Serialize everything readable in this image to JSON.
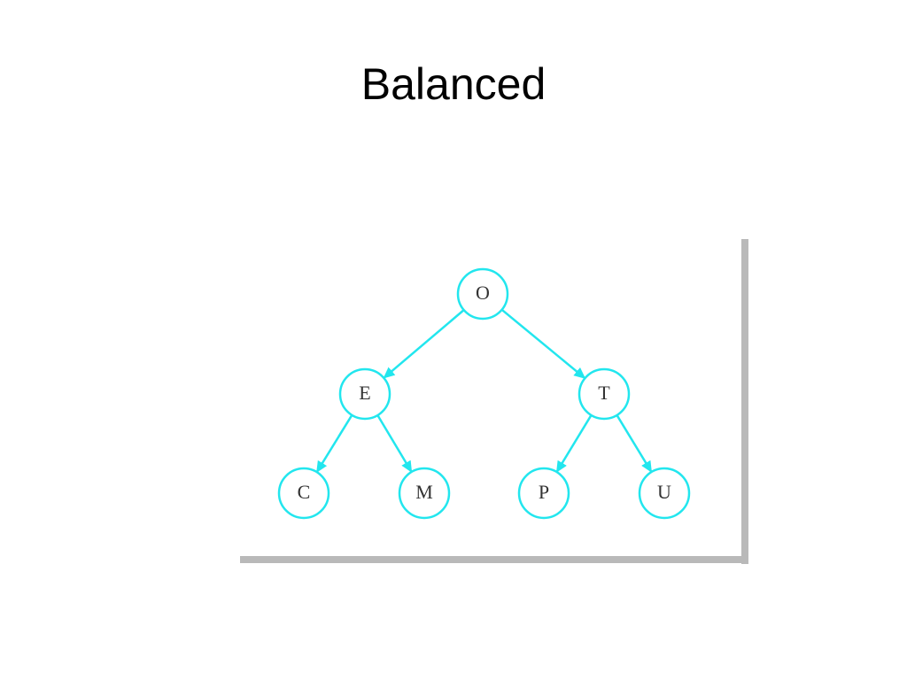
{
  "title": "Balanced",
  "colors": {
    "node_stroke": "#22e6ee",
    "edge": "#22e6ee",
    "label": "#333333",
    "frame_shadow": "#b9b9b9"
  },
  "tree": {
    "nodes": [
      {
        "id": "O",
        "label": "O"
      },
      {
        "id": "E",
        "label": "E"
      },
      {
        "id": "T",
        "label": "T"
      },
      {
        "id": "C",
        "label": "C"
      },
      {
        "id": "M",
        "label": "M"
      },
      {
        "id": "P",
        "label": "P"
      },
      {
        "id": "U",
        "label": "U"
      }
    ],
    "edges": [
      {
        "from": "O",
        "to": "E"
      },
      {
        "from": "O",
        "to": "T"
      },
      {
        "from": "E",
        "to": "C"
      },
      {
        "from": "E",
        "to": "M"
      },
      {
        "from": "T",
        "to": "P"
      },
      {
        "from": "T",
        "to": "U"
      }
    ]
  }
}
